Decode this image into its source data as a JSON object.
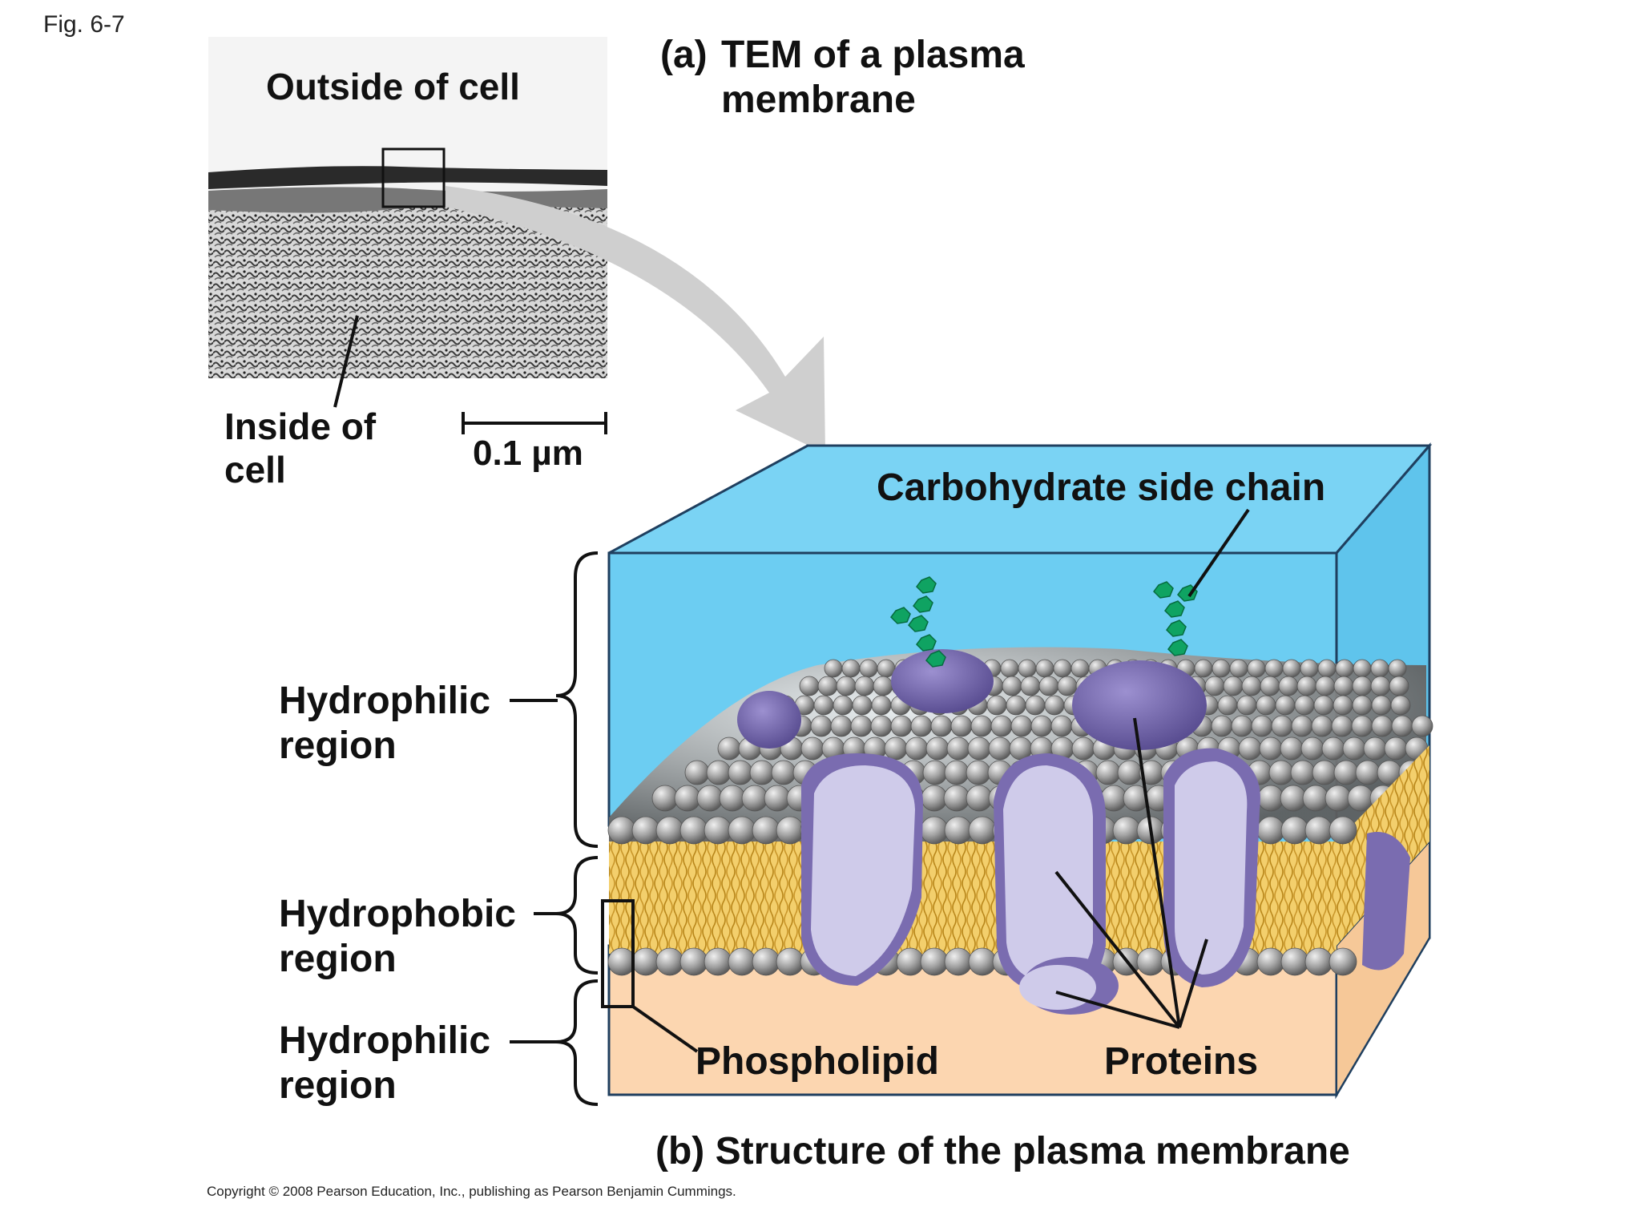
{
  "figure_number": "Fig. 6-7",
  "panel_a": {
    "title_prefix": "(a)",
    "title_line1": "TEM of a plasma",
    "title_line2": "membrane",
    "outside_label": "Outside of cell",
    "inside_label_line1": "Inside of",
    "inside_label_line2": "cell",
    "scale_bar_label": "0.1 µm"
  },
  "panel_b": {
    "title": "(b) Structure of the plasma membrane",
    "carbohydrate_label": "Carbohydrate side chain",
    "hydrophilic_top_line1": "Hydrophilic",
    "hydrophilic_top_line2": "region",
    "hydrophobic_line1": "Hydrophobic",
    "hydrophobic_line2": "region",
    "hydrophilic_bottom_line1": "Hydrophilic",
    "hydrophilic_bottom_line2": "region",
    "phospholipid_label": "Phospholipid",
    "proteins_label": "Proteins"
  },
  "copyright": "Copyright © 2008 Pearson Education, Inc., publishing as Pearson Benjamin Cummings.",
  "colors": {
    "water_blue": "#6ccdf2",
    "cytoplasm_peach": "#fcd6b0",
    "lipid_head_gray": "#9a9a9a",
    "lipid_tail_yellow": "#e8b53c",
    "protein_purple": "#7a6cb0",
    "protein_light": "#cfcbea",
    "carbohydrate_green": "#0fa362",
    "arrow_gray": "#cfcfcf"
  }
}
